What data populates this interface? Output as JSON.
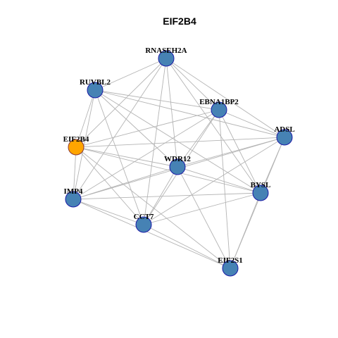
{
  "title": "EIF2B4",
  "colors": {
    "node_fill": "#4682B4",
    "node_stroke": "#1a1aa6",
    "focus_fill": "#FFA500",
    "focus_stroke": "#8b3a3a",
    "edge": "#b4b4b4"
  },
  "nodes": [
    {
      "id": "RNASEH2A",
      "label": "RNASEH2A",
      "focus": false
    },
    {
      "id": "RUVBL2",
      "label": "RUVBL2",
      "focus": false
    },
    {
      "id": "EBNA1BP2",
      "label": "EBNA1BP2",
      "focus": false
    },
    {
      "id": "ADSL",
      "label": "ADSL",
      "focus": false
    },
    {
      "id": "EIF2B4",
      "label": "EIF2B4",
      "focus": true
    },
    {
      "id": "WDR12",
      "label": "WDR12",
      "focus": false
    },
    {
      "id": "BYSL",
      "label": "BYSL",
      "focus": false
    },
    {
      "id": "IMP4",
      "label": "IMP4",
      "focus": false
    },
    {
      "id": "CCT7",
      "label": "CCT7",
      "focus": false
    },
    {
      "id": "EIF2S1",
      "label": "EIF2S1",
      "focus": false
    }
  ],
  "edges": [
    [
      "RNASEH2A",
      "RUVBL2"
    ],
    [
      "RNASEH2A",
      "EBNA1BP2"
    ],
    [
      "RNASEH2A",
      "ADSL"
    ],
    [
      "RNASEH2A",
      "EIF2B4"
    ],
    [
      "RNASEH2A",
      "WDR12"
    ],
    [
      "RNASEH2A",
      "BYSL"
    ],
    [
      "RNASEH2A",
      "IMP4"
    ],
    [
      "RNASEH2A",
      "CCT7"
    ],
    [
      "RUVBL2",
      "EBNA1BP2"
    ],
    [
      "RUVBL2",
      "ADSL"
    ],
    [
      "RUVBL2",
      "EIF2B4"
    ],
    [
      "RUVBL2",
      "WDR12"
    ],
    [
      "RUVBL2",
      "BYSL"
    ],
    [
      "RUVBL2",
      "IMP4"
    ],
    [
      "RUVBL2",
      "CCT7"
    ],
    [
      "EBNA1BP2",
      "ADSL"
    ],
    [
      "EBNA1BP2",
      "EIF2B4"
    ],
    [
      "EBNA1BP2",
      "WDR12"
    ],
    [
      "EBNA1BP2",
      "BYSL"
    ],
    [
      "EBNA1BP2",
      "IMP4"
    ],
    [
      "EBNA1BP2",
      "CCT7"
    ],
    [
      "EBNA1BP2",
      "EIF2S1"
    ],
    [
      "ADSL",
      "EIF2B4"
    ],
    [
      "ADSL",
      "WDR12"
    ],
    [
      "ADSL",
      "BYSL"
    ],
    [
      "ADSL",
      "IMP4"
    ],
    [
      "ADSL",
      "CCT7"
    ],
    [
      "ADSL",
      "EIF2S1"
    ],
    [
      "EIF2B4",
      "WDR12"
    ],
    [
      "EIF2B4",
      "BYSL"
    ],
    [
      "EIF2B4",
      "IMP4"
    ],
    [
      "EIF2B4",
      "CCT7"
    ],
    [
      "EIF2B4",
      "EIF2S1"
    ],
    [
      "WDR12",
      "BYSL"
    ],
    [
      "WDR12",
      "IMP4"
    ],
    [
      "WDR12",
      "CCT7"
    ],
    [
      "WDR12",
      "EIF2S1"
    ],
    [
      "BYSL",
      "IMP4"
    ],
    [
      "BYSL",
      "CCT7"
    ],
    [
      "BYSL",
      "EIF2S1"
    ],
    [
      "IMP4",
      "CCT7"
    ],
    [
      "IMP4",
      "EIF2S1"
    ],
    [
      "CCT7",
      "EIF2S1"
    ]
  ]
}
